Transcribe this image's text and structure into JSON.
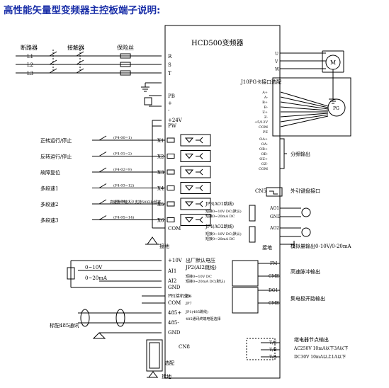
{
  "title": "高性能矢量型变频器主控板端子说明:",
  "inverter_model": "HCD500变频器",
  "input_labels": {
    "breaker": "断路器",
    "contactor": "接触器",
    "fuse": "保险丝"
  },
  "phases": [
    "L1",
    "L2",
    "L3"
  ],
  "power_terminals": [
    "R",
    "S",
    "T"
  ],
  "pb_terminals": [
    "PB",
    "+",
    "-"
  ],
  "supply_terminals": [
    "+24V",
    "PW"
  ],
  "digital_inputs": [
    {
      "label": "正转运行/停止",
      "func": "(F4-00=1)",
      "term": "X1"
    },
    {
      "label": "反转运行/停止",
      "func": "(F4-01=2)",
      "term": "X2"
    },
    {
      "label": "故障复位",
      "func": "(F4-02=9)",
      "term": "X3"
    },
    {
      "label": "多段速1",
      "func": "(F4-03=12)",
      "term": "X4"
    },
    {
      "label": "多段速2",
      "func": "(F4-04=13)",
      "term": "X5"
    },
    {
      "label": "多段速3",
      "func": "(F4-05=14)",
      "term": "X6"
    }
  ],
  "x5_note": "高速脉冲输入，支持50KHz频率",
  "com_label": "COM",
  "ground_label": "接地",
  "motor_terminals": [
    "U",
    "V",
    "W"
  ],
  "motor_label": "M",
  "pg_label": "J10PG卡接口选配",
  "encoder_terminals": [
    "A+",
    "A-",
    "B+",
    "B-",
    "Z+",
    "Z-",
    "+5/12V",
    "COM",
    "PE"
  ],
  "encoder_label": "PG",
  "freq_div_terminals": [
    "OA+",
    "OA-",
    "OB+",
    "OB-",
    "OZ+",
    "OZ-",
    "COM"
  ],
  "freq_div_label": "分频输出",
  "cn5_label": "CN5",
  "keypad_label": "外引键盘接口",
  "jp3_label": "JP3(AO1跳线)",
  "jp3_opts": [
    "短接0~10V DC(默认)",
    "短接0~20mA DC"
  ],
  "ao1": "AO1",
  "gnd": "GND",
  "jp4_label": "JP4(AO2跳线)",
  "jp4_opts": [
    "短接0~10V DC(默认)",
    "短接0~20mA DC"
  ],
  "ao2": "AO2",
  "analog_out_label": "模拟量输出0-10V/0-20mA",
  "left_analog": {
    "v10": "+10V",
    "ai1": "AI1",
    "ai2": "AI2",
    "gnd": "GND",
    "range1": "0~10V",
    "range2": "0~20mA",
    "factory": "出厂默认电压",
    "jp2": "JP2(AI2跳线)",
    "jp2_opts": [
      "短接0~10V DC",
      "短接0~20mA DC(默认)"
    ]
  },
  "pe_label": "PE(接机壳)",
  "jp6": "JP6",
  "com2": "COM",
  "jp7": "JP7",
  "rs485": {
    "p": "485+",
    "n": "485-",
    "gnd": "GND",
    "jp1": "JP1(485跳线)",
    "note": "485通讯终端电阻选择",
    "label": "标配485通讯"
  },
  "fm": "FM",
  "cme": "CME",
  "do1": "DO1",
  "cme2": "CME",
  "pulse_label": "高速脉冲输出",
  "oc_label": "集电极开路输出",
  "relay_terms": [
    "T/C",
    "T/B",
    "T/A"
  ],
  "relay_text": [
    "继电器节点输出",
    "AC250V 10mA以下3A以下",
    "DC30V 10mA以上1A以下"
  ],
  "cn8": "CN8",
  "option": "选配",
  "ground2": "接地"
}
